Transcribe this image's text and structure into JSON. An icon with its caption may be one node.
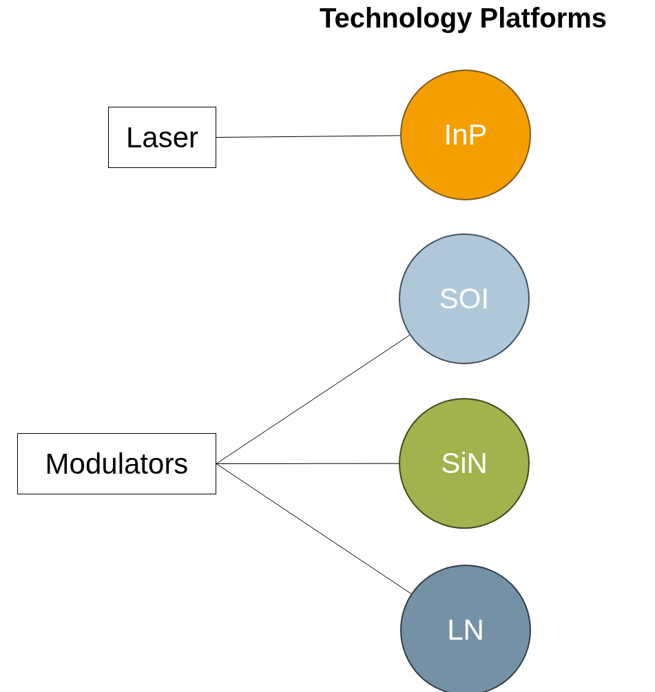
{
  "diagram": {
    "title": "Technology Platforms",
    "nodes": [
      {
        "text": [
          "Laser"
        ]
      },
      {
        "text": [
          "InP"
        ]
      },
      {
        "text": [
          "Modulators"
        ]
      },
      {
        "text": [
          "SOI"
        ]
      },
      {
        "text": [
          "SiN"
        ]
      },
      {
        "text": [
          "LN"
        ]
      }
    ],
    "edges": [
      {
        "from": 0,
        "to": 1,
        "arrow": "none"
      },
      {
        "from": 2,
        "to": 3,
        "arrow": "none"
      },
      {
        "from": 2,
        "to": 4,
        "arrow": "none"
      },
      {
        "from": 2,
        "to": 5,
        "arrow": "none"
      }
    ]
  }
}
